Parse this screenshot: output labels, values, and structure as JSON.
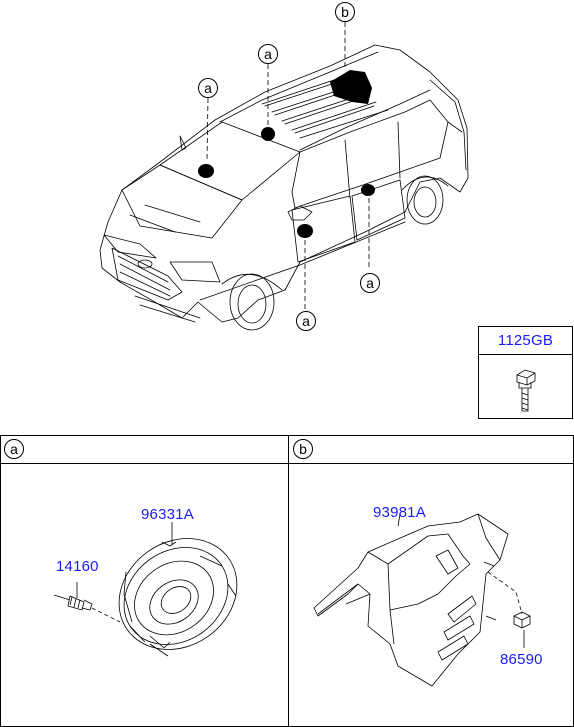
{
  "callouts": {
    "a": "a",
    "b": "b"
  },
  "legend": {
    "part_number": "1125GB"
  },
  "panel_a": {
    "label": "a",
    "parts": {
      "speaker": "96331A",
      "screw": "14160"
    }
  },
  "panel_b": {
    "label": "b",
    "parts": {
      "bracket": "93981A",
      "nut": "86590"
    }
  },
  "colors": {
    "part_number": "#1a1aff",
    "line": "#000000"
  }
}
